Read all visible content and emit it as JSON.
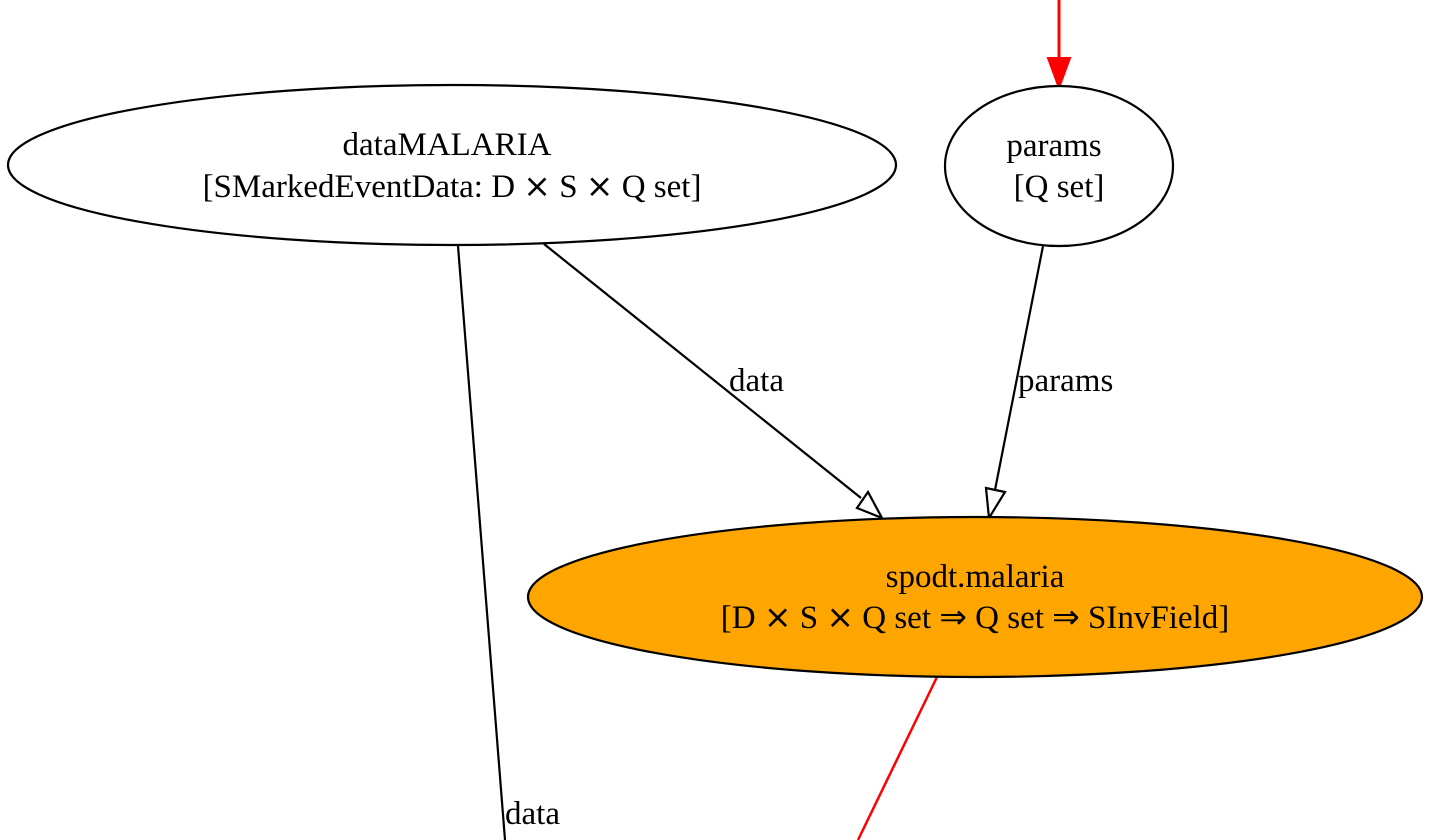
{
  "colors": {
    "background": "#ffffff",
    "stroke": "#000000",
    "highlight_edge": "#ff0000",
    "highlight_node_fill": "#ffa500"
  },
  "nodes": {
    "dataMALARIA": {
      "line1": "dataMALARIA",
      "line2": "[SMarkedEventData: D ⨯ S ⨯ Q set]"
    },
    "params": {
      "line1": "params",
      "line2": "[Q set]"
    },
    "spodt_malaria": {
      "line1": "spodt.malaria",
      "line2": "[D ⨯ S ⨯ Q set ⇒ Q set ⇒ SInvField]"
    }
  },
  "edges": {
    "data_to_spodt": {
      "label": "data"
    },
    "params_to_spodt": {
      "label": "params"
    },
    "data_down": {
      "label": "data"
    }
  }
}
